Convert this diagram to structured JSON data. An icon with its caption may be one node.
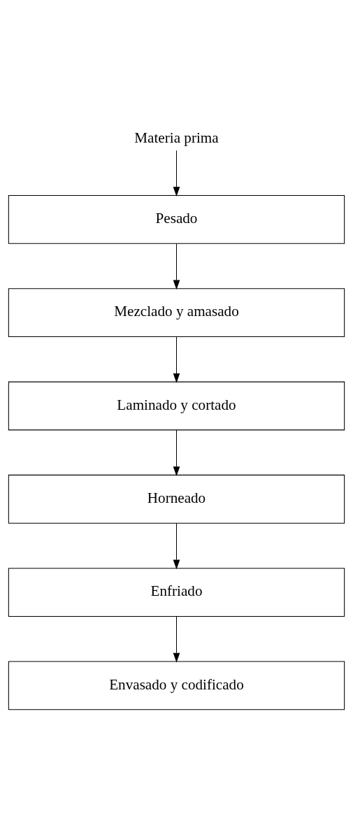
{
  "diagram": {
    "nodes": [
      {
        "text": [
          "Materia prima"
        ]
      },
      {
        "text": [
          "Pesado"
        ]
      },
      {
        "text": [
          "Mezclado y amasado"
        ]
      },
      {
        "text": [
          "Laminado y cortado"
        ]
      },
      {
        "text": [
          "Horneado"
        ]
      },
      {
        "text": [
          "Enfriado"
        ]
      },
      {
        "text": [
          "Envasado y codificado"
        ]
      }
    ],
    "edges": [
      {
        "from": 0,
        "to": 1,
        "arrow": "to"
      },
      {
        "from": 1,
        "to": 2,
        "arrow": "to"
      },
      {
        "from": 2,
        "to": 3,
        "arrow": "to"
      },
      {
        "from": 3,
        "to": 4,
        "arrow": "to"
      },
      {
        "from": 4,
        "to": 5,
        "arrow": "to"
      },
      {
        "from": 5,
        "to": 6,
        "arrow": "to"
      }
    ]
  }
}
